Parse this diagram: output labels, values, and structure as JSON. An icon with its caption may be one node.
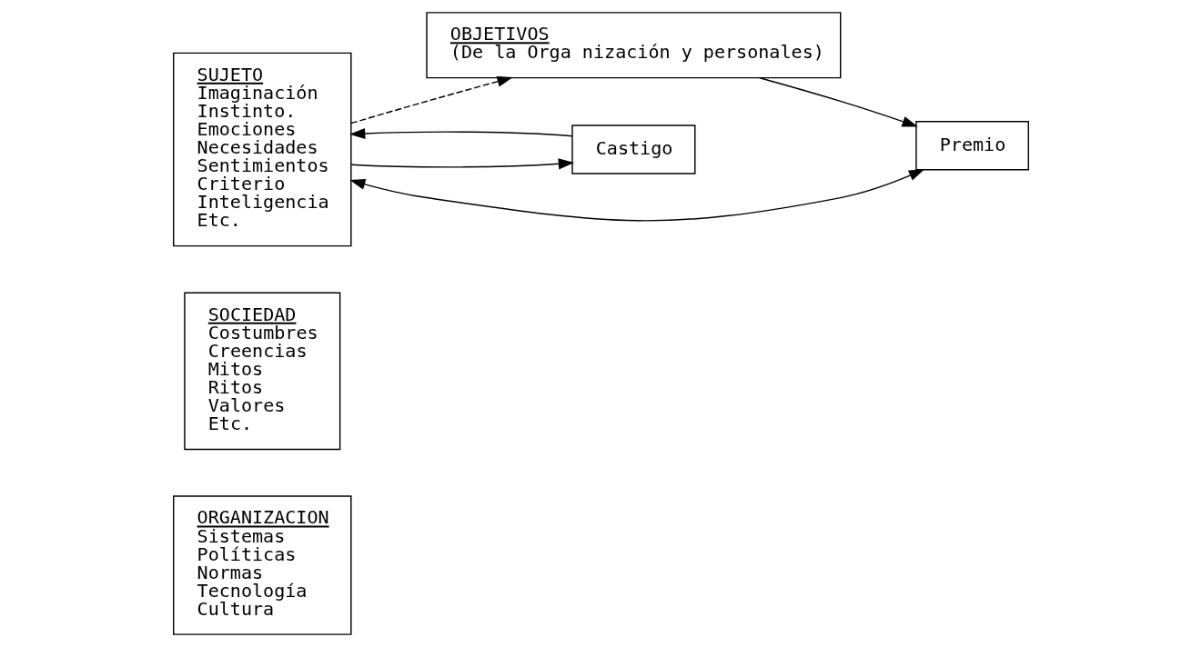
{
  "diagram": {
    "nodes": [
      {
        "text": [
          "SUJETO",
          "Imaginación",
          "Instinto.",
          "Emociones",
          "Necesidades",
          "Sentimientos",
          "Criterio",
          "Inteligencia",
          "Etc."
        ]
      },
      {
        "text": [
          "SOCIEDAD",
          "Costumbres",
          "Creencias",
          "Mitos",
          "Ritos",
          "Valores",
          "Etc."
        ]
      },
      {
        "text": [
          "ORGANIZACION",
          "Sistemas",
          "Políticas",
          "Normas",
          "Tecnología",
          "Cultura"
        ]
      },
      {
        "text": [
          "Premio"
        ]
      },
      {
        "text": [
          "OBJETIVOS",
          "(De la Orga nización y personales)"
        ]
      },
      {
        "text": [
          "Castigo"
        ]
      }
    ],
    "edges": [
      {
        "from": 3,
        "to": 0,
        "arrow": "both"
      },
      {
        "from": 4,
        "to": 3,
        "arrow": "to"
      },
      {
        "from": 0,
        "to": 4,
        "arrow": "to",
        "style": "dashed"
      },
      {
        "from": 0,
        "to": 5,
        "arrow": "to"
      },
      {
        "from": 5,
        "to": 0,
        "arrow": "to"
      }
    ]
  }
}
